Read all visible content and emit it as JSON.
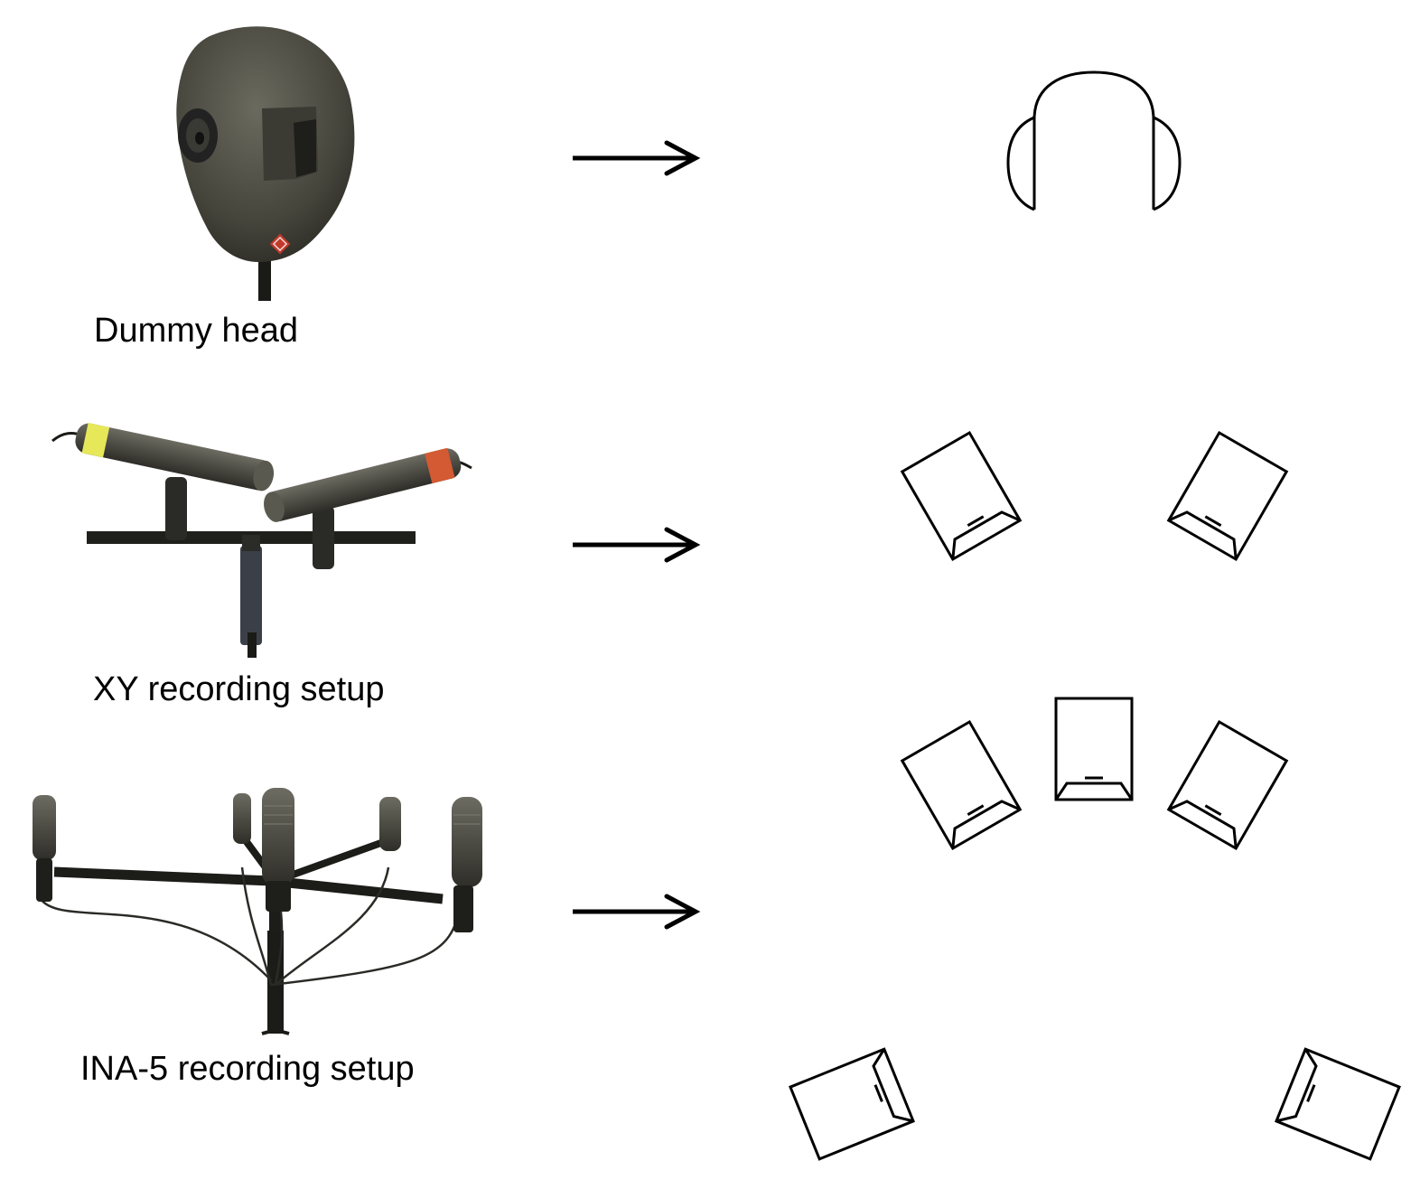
{
  "rows": [
    {
      "label": "Dummy head",
      "output": "headphones"
    },
    {
      "label": "XY recording setup",
      "output": "two loudspeakers (stereo)"
    },
    {
      "label": "INA-5 recording setup",
      "output": "five loudspeakers (surround)"
    }
  ],
  "icons": [
    "dummy-head-photo",
    "xy-microphone-photo",
    "ina5-microphone-array-photo",
    "arrow-right-icon",
    "headphones-icon",
    "loudspeaker-icon"
  ],
  "colors": {
    "ink": "#000000",
    "background": "#ffffff",
    "device_body": "#4a4940",
    "device_dark": "#26261f"
  }
}
